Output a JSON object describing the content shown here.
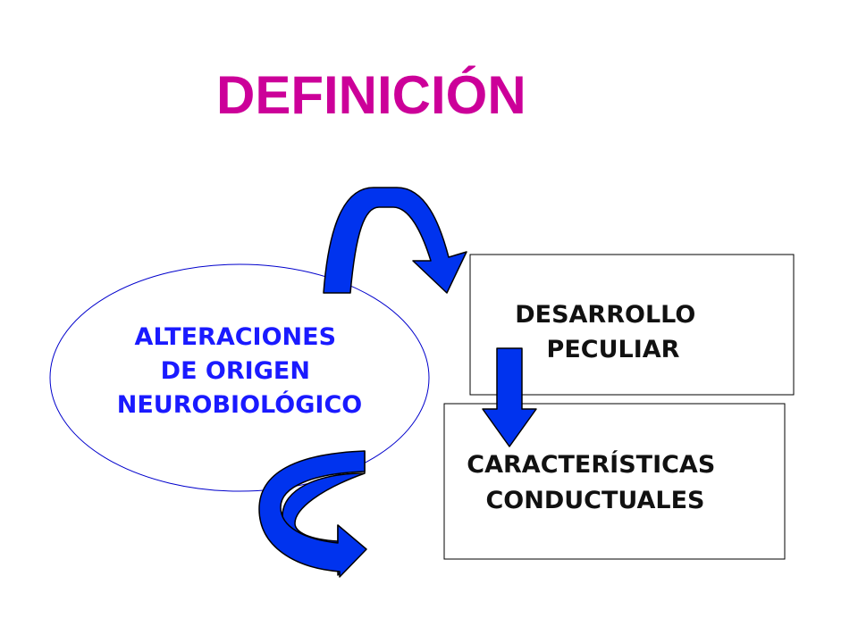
{
  "title": "DEFINICIÓN",
  "nodes": {
    "origin": {
      "lines": [
        "ALTERACIONES",
        "DE ORIGEN",
        "NEUROBIOLÓGICO"
      ]
    },
    "development": {
      "lines": [
        "DESARROLLO",
        "PECULIAR"
      ]
    },
    "characteristics": {
      "lines": [
        "CARACTERÍSTICAS",
        "CONDUCTUALES"
      ]
    }
  },
  "colors": {
    "title": "#cc0099",
    "oval_border": "#0000cc",
    "oval_text": "#1a1aff",
    "arrow_fill": "#0033ee",
    "arrow_stroke": "#000000",
    "box_border": "#000000",
    "box_text": "#111111"
  }
}
